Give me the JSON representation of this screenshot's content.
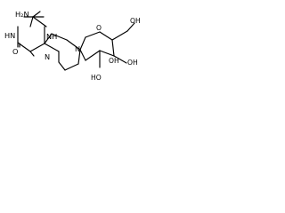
{
  "molecule": {
    "atoms": {
      "nh2": "H₂N",
      "nh1": "HN",
      "nh3": "NH",
      "o_carbonyl": "O",
      "n_methyl": "N",
      "n_glyco": "N",
      "o_ring": "O",
      "oh_right": "OH",
      "oh_bottom": "HO",
      "oh_mid": "OH",
      "oh_top": "OH"
    }
  }
}
